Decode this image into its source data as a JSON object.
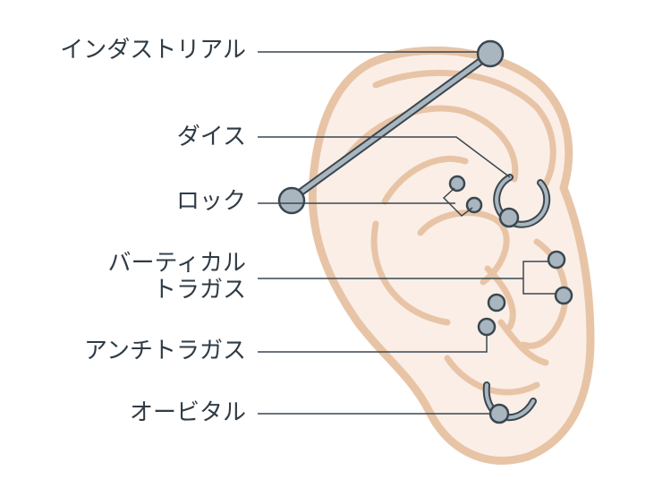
{
  "colors": {
    "ear_fill": "#fbeee6",
    "ear_outline": "#e8c4a6",
    "metal_fill": "#a9b6bf",
    "metal_dark": "#3a4750",
    "leader_line": "#3a4750",
    "label_text": "#2f3b45"
  },
  "labels": {
    "industrial": "インダストリアル",
    "daith": "ダイス",
    "rook": "ロック",
    "vertical_tragus_line1": "バーティカル",
    "vertical_tragus_line2": "トラガス",
    "antitragus": "アンチトラガス",
    "orbital": "オービタル"
  }
}
